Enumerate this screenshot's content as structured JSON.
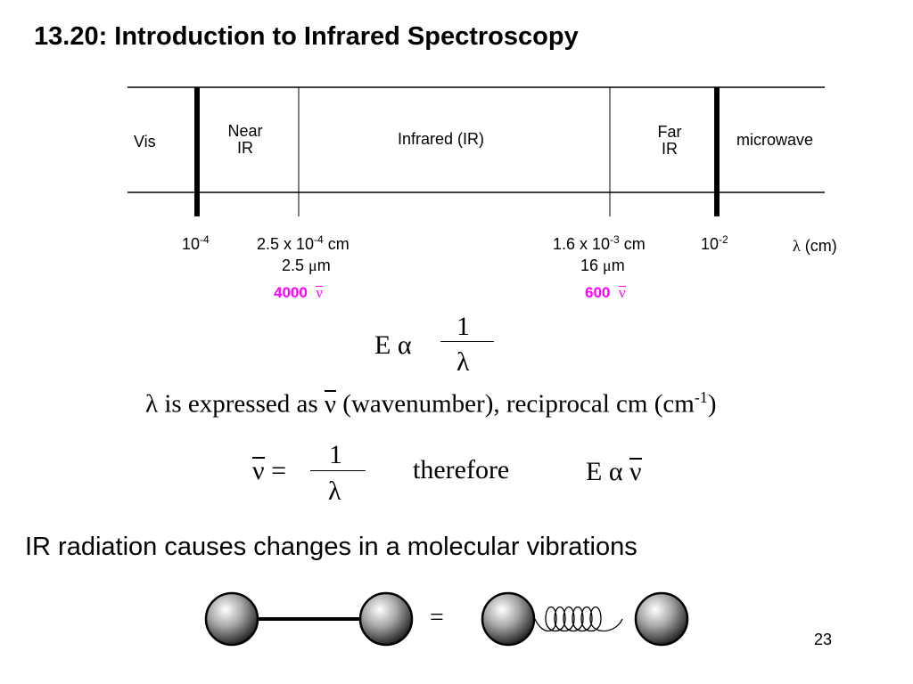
{
  "title": "13.20: Introduction to Infrared Spectroscopy",
  "spectrum": {
    "regions": {
      "vis": "Vis",
      "near_ir_1": "Near",
      "near_ir_2": "IR",
      "infrared": "Infrared (IR)",
      "far_ir_1": "Far",
      "far_ir_2": "IR",
      "microwave": "microwave"
    },
    "ticks": {
      "t1_base": "10",
      "t1_exp": "-4",
      "t2_pre": "2.5 x 10",
      "t2_exp": "-4",
      "t2_post": " cm",
      "t2_um": "2.5 ",
      "t3_pre": "1.6 x 10",
      "t3_exp": "-3",
      "t3_post": " cm",
      "t3_um": "16 ",
      "t4_base": "10",
      "t4_exp": "-2",
      "mu": "μ",
      "m": "m",
      "axis_lambda": "λ",
      "axis_unit": " (cm)"
    },
    "wavenumbers": {
      "w1": "4000",
      "w2": "600",
      "nu": "ν"
    },
    "colors": {
      "wavenumber": "#ff00ff"
    }
  },
  "eq1": {
    "lhs": "E α",
    "num": "1",
    "den": "λ"
  },
  "sentence": {
    "lambda": "λ",
    "part1": " is expressed as ",
    "nu": "ν",
    "part2": " (wavenumber), reciprocal cm (cm",
    "exp": "-1",
    "part3": ")"
  },
  "eq2": {
    "nu": "ν",
    "equals": " =",
    "num": "1",
    "den": "λ"
  },
  "therefore": "therefore",
  "eq3": {
    "e": "E α ",
    "nu": "ν"
  },
  "bottom_text": "IR radiation causes changes in a molecular vibrations",
  "molecule": {
    "equals": "="
  },
  "page_number": "23"
}
